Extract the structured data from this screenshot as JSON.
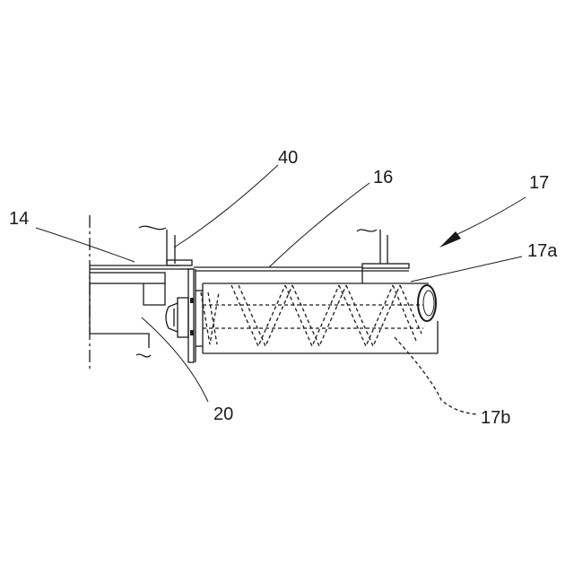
{
  "figure": {
    "labels": {
      "frame": "14",
      "bracket": "40",
      "cover": "16",
      "screw_assembly": "17",
      "screw_shaft": "17a",
      "spiral_blade": "17b",
      "drive": "20"
    }
  }
}
